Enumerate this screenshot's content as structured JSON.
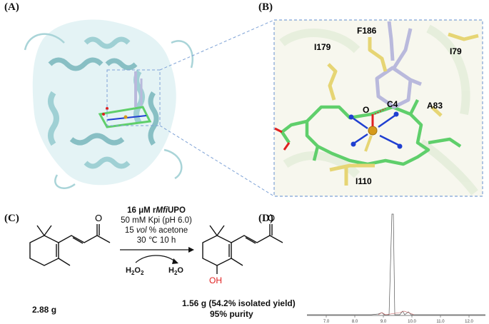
{
  "panels": {
    "a": "(A)",
    "b": "(B)",
    "c": "(C)",
    "d": "(D)"
  },
  "panel_b": {
    "residues": [
      "F186",
      "I179",
      "I79",
      "C4",
      "O",
      "A83",
      "I110"
    ]
  },
  "reaction": {
    "enzyme_prefix": "16 μM r",
    "enzyme_italic": "Mfi",
    "enzyme_suffix": "UPO",
    "buffer": "50 mM Kpi (pH 6.0)",
    "cosolvent_prefix": "15 ",
    "cosolvent_italic": "vol",
    "cosolvent_suffix": " % acetone",
    "conditions": "30 ℃ 10 h",
    "oxidant": "H",
    "oxidant_sub": "2",
    "oxidant_o": "O",
    "oxidant_sub2": "2",
    "byproduct": "H",
    "byproduct_sub": "2",
    "byproduct_o": "O",
    "substrate_mass": "2.88 g",
    "product_mass": "1.56 g (54.2% isolated yield)",
    "product_purity": "95% purity",
    "product_oh": "OH",
    "ketone_o": "O"
  },
  "spectrum": {
    "x_ticks": [
      "7.0",
      "8.0",
      "9.0",
      "10.0",
      "11.0",
      "12.0"
    ]
  },
  "colors": {
    "helix": "#cde9ec",
    "helix_edge": "#6a9ea4",
    "heme": "#5fcf6b",
    "iron": "#d69a1a",
    "nitrogen": "#1f3fd1",
    "oxygen": "#e02020",
    "residue": "#e6d574",
    "substrate": "#b9b9dc",
    "box": "#7ea2d6"
  }
}
